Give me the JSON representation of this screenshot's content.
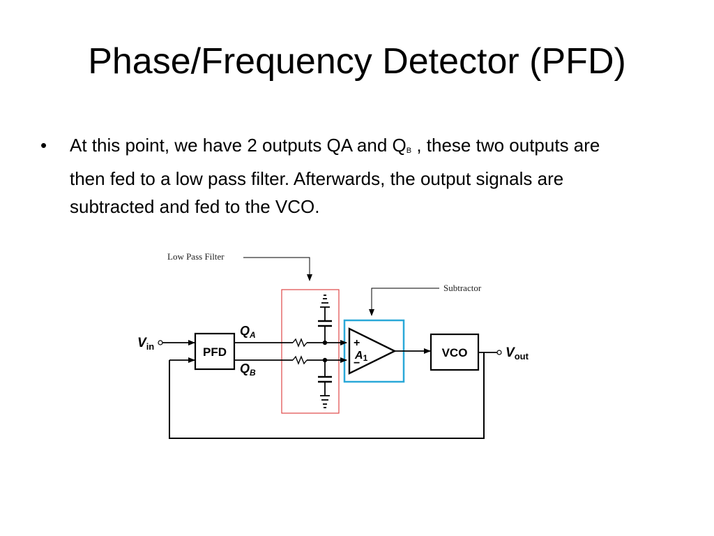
{
  "slide": {
    "title": "Phase/Frequency Detector (PFD)",
    "bullet": {
      "marker": "•",
      "text_before": "At this point, we have 2 outputs QA and Q",
      "subscript": "B",
      "text_after": " , these two outputs are then fed to a low pass filter. Afterwards, the output signals are subtracted and fed to the VCO."
    }
  },
  "diagram": {
    "low_pass_filter_label": "Low Pass Filter",
    "subtractor_label": "Subtractor",
    "vin_main": "V",
    "vin_sub": "in",
    "vout_main": "V",
    "vout_sub": "out",
    "pfd_label": "PFD",
    "vco_label": "VCO",
    "qa_main": "Q",
    "qa_sub": "A",
    "qb_main": "Q",
    "qb_sub": "B",
    "amp_plus": "+",
    "amp_minus": "−",
    "amp_main": "A",
    "amp_sub": "1",
    "colors": {
      "filter_box": "#e04848",
      "subtractor_box": "#2aa8d8",
      "wire": "#000000"
    }
  }
}
